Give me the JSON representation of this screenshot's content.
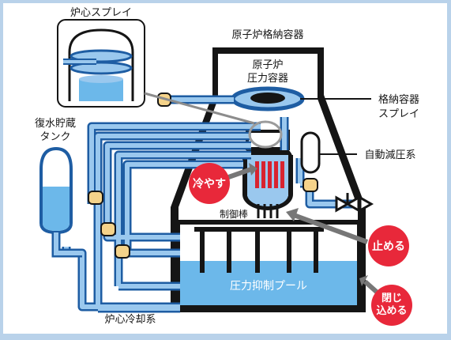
{
  "labels": {
    "core_spray": "炉心スプレイ",
    "containment_vessel": "原子炉格納容器",
    "rpv_line1": "原子炉",
    "rpv_line2": "圧力容器",
    "containment_spray_line1": "格納容器",
    "containment_spray_line2": "スプレイ",
    "condensate_tank_line1": "復水貯蔵",
    "condensate_tank_line2": "タンク",
    "adr_system": "自動減圧系",
    "control_rods": "制御棒",
    "suppression_pool": "圧力抑制プール",
    "core_cooling_system": "炉心冷却系"
  },
  "badges": {
    "cool": "冷やす",
    "stop": "止める",
    "contain_line1": "閉じ",
    "contain_line2": "込める"
  },
  "colors": {
    "background": "#b9d2ea",
    "pipe_fill": "#9ac8ee",
    "pipe_outline": "#1e5da3",
    "water": "#6cb8ea",
    "pump": "#f5d38a",
    "badge": "#e8283a",
    "arrow": "#777777"
  },
  "icons": [
    "pump-icon",
    "valve-icon",
    "spray-nozzle-icon",
    "control-rod-icon"
  ]
}
